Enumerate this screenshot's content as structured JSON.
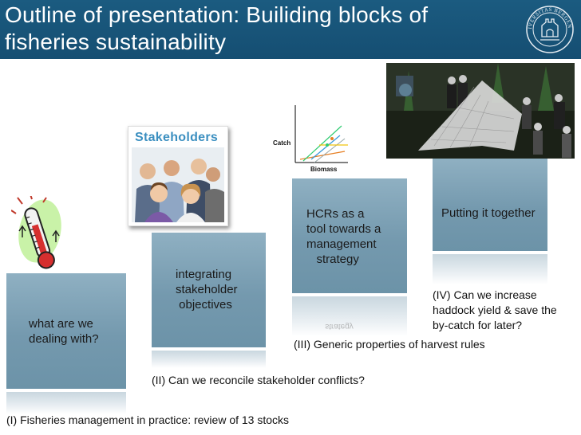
{
  "slide": {
    "title": "Outline of presentation: Builiding blocks of fisheries sustainability",
    "logo_text": "UNIVERSITAS BERGENSIS",
    "colors": {
      "title_bar": "#1b5b80",
      "block": "#7a9fb4",
      "title_text": "#ffffff"
    }
  },
  "blocks": [
    {
      "id": "I",
      "text": "what are we\ndealing with?",
      "caption": "(I) Fisheries management in practice: review of 13 stocks"
    },
    {
      "id": "II",
      "text": "integrating\nstakeholder\n objectives",
      "caption": "(II) Can we reconcile stakeholder conflicts?"
    },
    {
      "id": "III",
      "text": "HCRs as a\ntool towards a\nmanagement\n   strategy",
      "caption": "(III) Generic properties of harvest rules",
      "reflection": "strategy"
    },
    {
      "id": "IV",
      "text": "Putting it together",
      "caption": "(IV) Can we increase\nhaddock yield & save the\nby-catch for later?"
    }
  ],
  "stakeholders_card": {
    "title": "Stakeholders"
  },
  "mini_chart": {
    "ylabel": "Catch",
    "xlabel": "Biomass"
  },
  "icons": {
    "thermometer": "thermometer-icon",
    "photo": "fishing-net-photo"
  }
}
